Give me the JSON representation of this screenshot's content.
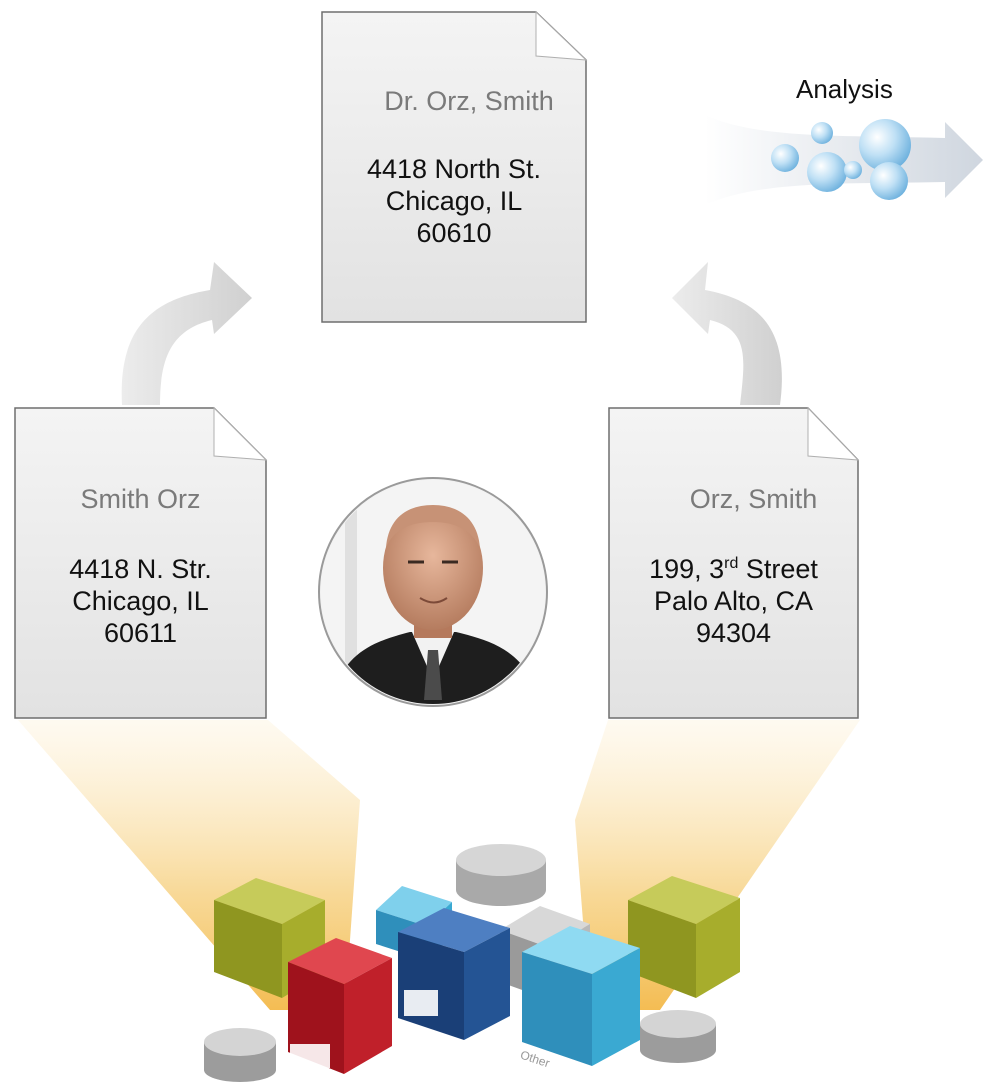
{
  "colors": {
    "doc_fill": "#e9e9e9",
    "beam": "#f5c870",
    "arrow": "#d9d9d9",
    "cube_olive": "#a3ac22",
    "cube_red": "#c0202a",
    "cube_navy": "#1f4d8f",
    "cube_cyan": "#3aa9d2",
    "cylinder": "#c4c4c4"
  },
  "analysis": {
    "label": "Analysis"
  },
  "documents": {
    "top": {
      "name": "Dr. Orz, Smith",
      "line1": "4418 North St.",
      "line2": "Chicago, IL",
      "line3": "60610"
    },
    "left": {
      "name": "Smith Orz",
      "line1": "4418 N. Str.",
      "line2": "Chicago, IL",
      "line3": "60611"
    },
    "right": {
      "name": "Orz, Smith",
      "line1_pre": "199, 3",
      "line1_sup": "rd",
      "line1_post": " Street",
      "line2": "Palo Alto, CA",
      "line3": "94304"
    }
  },
  "person": {
    "icon": "person-photo"
  },
  "footer": {
    "scribble": "Other"
  }
}
